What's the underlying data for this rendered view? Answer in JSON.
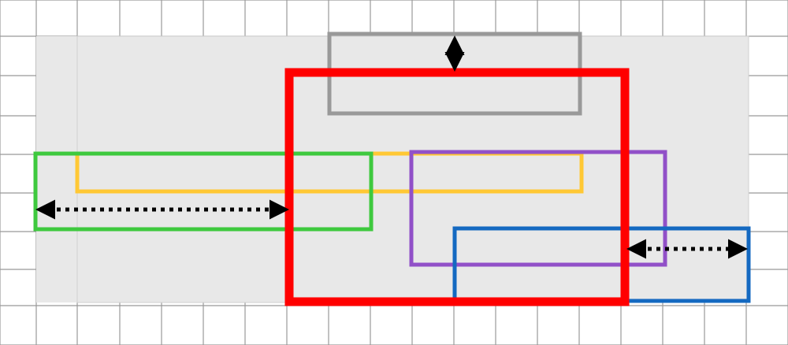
{
  "diagram": {
    "colors": {
      "background": "#ffffff",
      "grid": "#999999",
      "panel_outer": "#e8e8e8",
      "panel_inner": "#e8e8e8",
      "gray_box": "#999999",
      "red_box": "#ff0000",
      "green_box": "#3ec93e",
      "yellow_box": "#ffc834",
      "purple_box": "#9150c8",
      "blue_box": "#1469c1",
      "arrows": "#000000"
    },
    "rectangles": [
      {
        "name": "gray-rectangle",
        "color_key": "gray_box"
      },
      {
        "name": "yellow-rectangle",
        "color_key": "yellow_box"
      },
      {
        "name": "green-rectangle",
        "color_key": "green_box"
      },
      {
        "name": "purple-rectangle",
        "color_key": "purple_box"
      },
      {
        "name": "blue-rectangle",
        "color_key": "blue_box"
      },
      {
        "name": "red-rectangle",
        "color_key": "red_box"
      }
    ],
    "arrows": [
      {
        "name": "vertical-double-arrow-gray-to-red",
        "style": "dotted",
        "heads": "both"
      },
      {
        "name": "horizontal-double-arrow-green-to-red",
        "style": "dotted",
        "heads": "both"
      },
      {
        "name": "horizontal-double-arrow-red-to-blue",
        "style": "dotted",
        "heads": "both"
      }
    ]
  }
}
